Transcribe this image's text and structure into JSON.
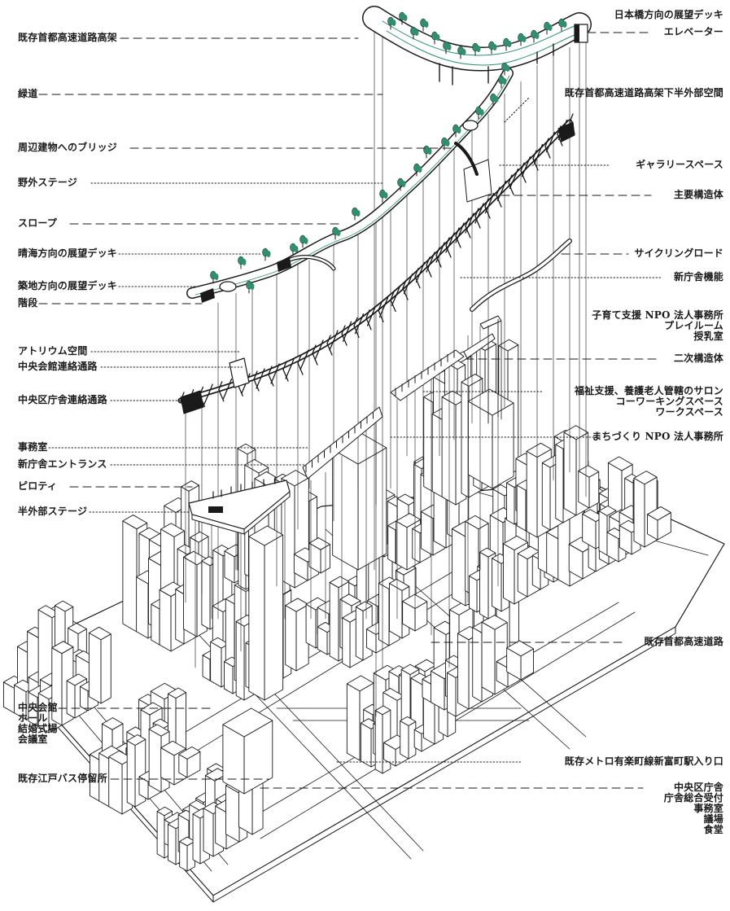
{
  "palette": {
    "ink": "#1a1a1a",
    "green": "#2f8f6f",
    "paper": "#ffffff"
  },
  "labels": {
    "left": [
      {
        "id": "expressway-elevated",
        "text": "既存首都高速道路高架",
        "dash": "dashed"
      },
      {
        "id": "greenway",
        "text": "緑道",
        "dash": "dashed"
      },
      {
        "id": "bridge",
        "text": "周辺建物へのブリッジ",
        "dash": "dashed"
      },
      {
        "id": "outdoor-stage",
        "text": "野外ステージ",
        "dash": "dotted"
      },
      {
        "id": "slope",
        "text": "スロープ",
        "dash": "dashed"
      },
      {
        "id": "deck-harumi",
        "text": "晴海方向の展望デッキ",
        "dash": "dotted"
      },
      {
        "id": "deck-tsukiji",
        "text": "築地方向の展望デッキ",
        "dash": "dotted"
      },
      {
        "id": "stairs",
        "text": "階段",
        "dash": "dashed"
      },
      {
        "id": "atrium",
        "text": "アトリウム空間",
        "dash": "dotted"
      },
      {
        "id": "hall-corridor",
        "text": "中央会館連絡通路",
        "dash": "dotted"
      },
      {
        "id": "ward-office-corridor",
        "text": "中央区庁舎連絡通路",
        "dash": "dotted"
      },
      {
        "id": "office",
        "text": "事務室",
        "dash": "dotted"
      },
      {
        "id": "new-office-entrance",
        "text": "新庁舎エントランス",
        "dash": "dotted"
      },
      {
        "id": "piloti",
        "text": "ピロティ",
        "dash": "dashed"
      },
      {
        "id": "semi-outdoor-stage",
        "text": "半外部ステージ",
        "dash": "dotted"
      },
      {
        "id": "chuo-hall",
        "text": "中央会館\nホール\n結婚式場\n会議室",
        "dash": "dashed"
      },
      {
        "id": "bus-stop",
        "text": "既存江戸バス停留所",
        "dash": "dashed"
      }
    ],
    "right": [
      {
        "id": "deck-nihonbashi",
        "text": "日本橋方向の展望デッキ",
        "dash": "none"
      },
      {
        "id": "elevator",
        "text": "エレベーター",
        "dash": "dashed"
      },
      {
        "id": "semi-outdoor-under",
        "text": "既存首都高速道路高架下半外部空間",
        "dash": "dotted"
      },
      {
        "id": "gallery",
        "text": "ギャラリースペース",
        "dash": "dotted"
      },
      {
        "id": "main-structure",
        "text": "主要構造体",
        "dash": "dashed"
      },
      {
        "id": "cycling-road",
        "text": "サイクリングロード",
        "dash": "dashed"
      },
      {
        "id": "new-office-function",
        "text": "新庁舎機能",
        "dash": "dotted"
      },
      {
        "id": "childcare-npo",
        "text": "子育て支援 NPO 法人事務所\nプレイルーム\n授乳室",
        "dash": "none"
      },
      {
        "id": "secondary-structure",
        "text": "二次構造体",
        "dash": "dashed"
      },
      {
        "id": "welfare",
        "text": "福祉支援、養護老人管轄のサロン\nコーワーキングスペース\nワークスペース",
        "dash": "dotted"
      },
      {
        "id": "machizukuri-npo",
        "text": "まちづくり NPO 法人事務所",
        "dash": "dotted"
      },
      {
        "id": "expressway",
        "text": "既存首都高速道路",
        "dash": "dashed"
      },
      {
        "id": "metro-entrance",
        "text": "既存メトロ有楽町線新富町駅入り口",
        "dash": "dotted"
      },
      {
        "id": "ward-office",
        "text": "中央区庁舎\n庁舎総合受付\n事務室\n議場\n食堂",
        "dash": "dashed"
      }
    ]
  }
}
